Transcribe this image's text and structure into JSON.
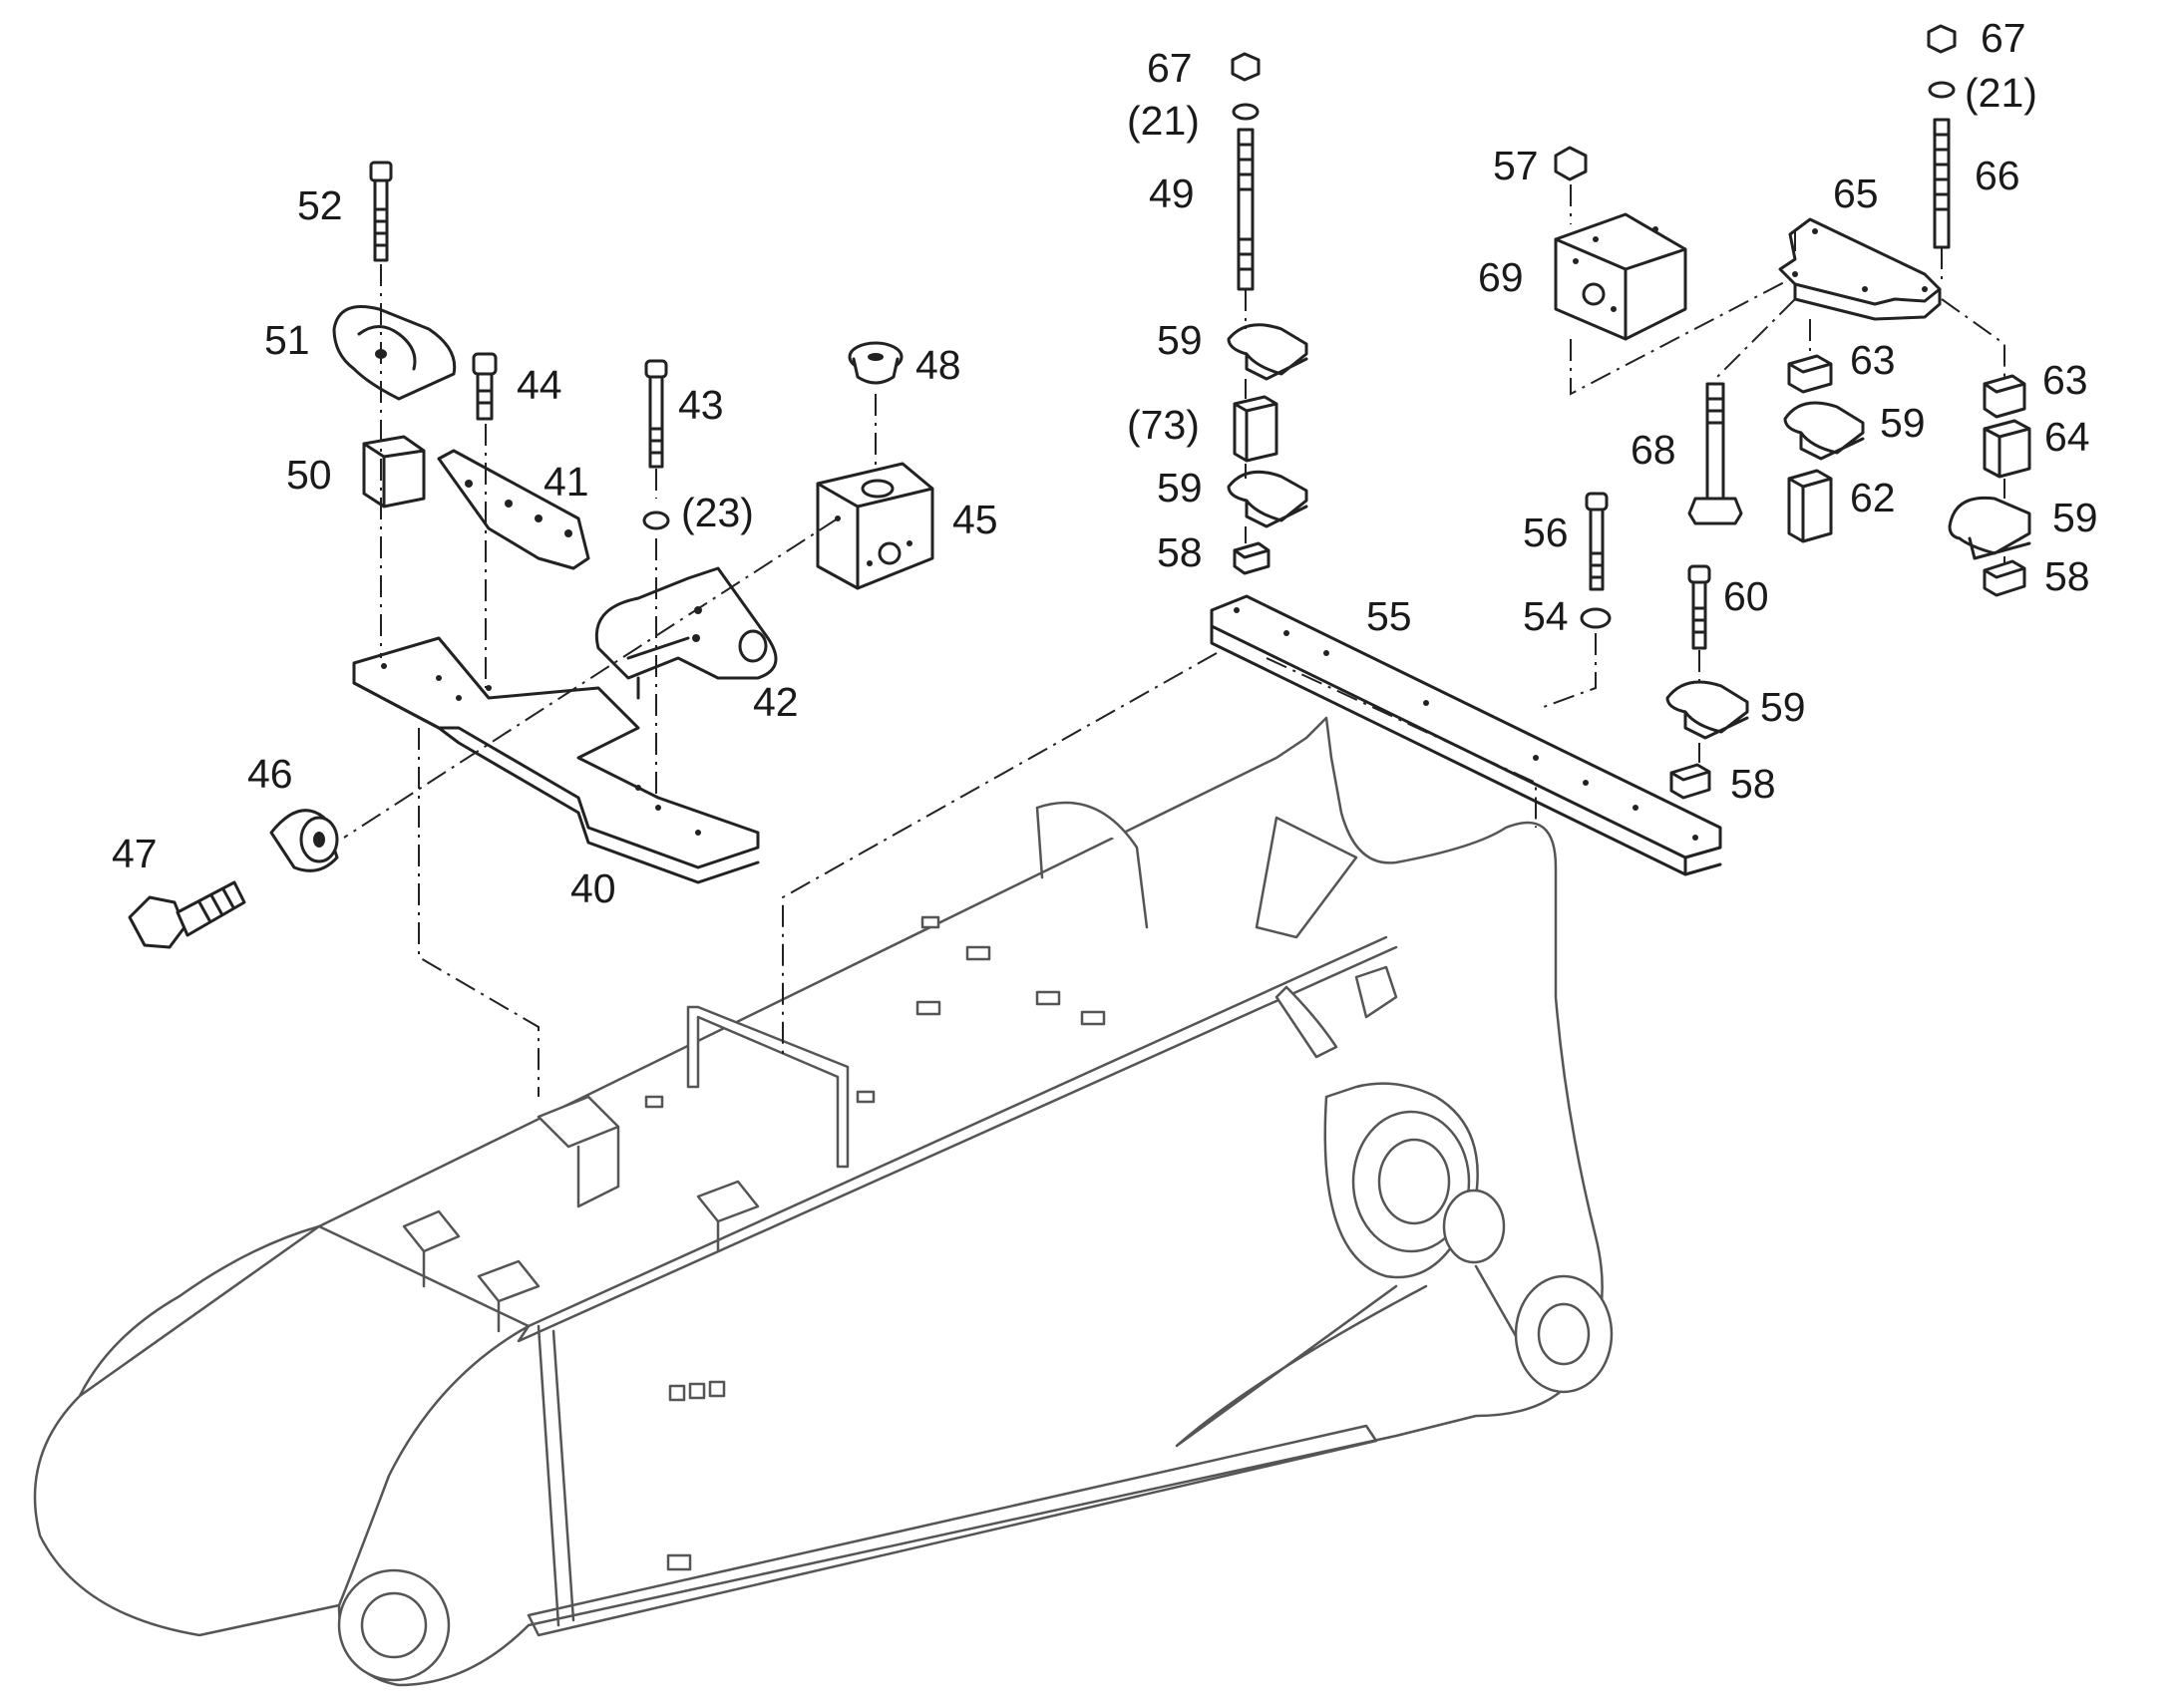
{
  "diagram": {
    "callouts": [
      {
        "id": "c52",
        "text": "52"
      },
      {
        "id": "c51",
        "text": "51"
      },
      {
        "id": "c44",
        "text": "44"
      },
      {
        "id": "c43",
        "text": "43"
      },
      {
        "id": "c48",
        "text": "48"
      },
      {
        "id": "c50",
        "text": "50"
      },
      {
        "id": "c41",
        "text": "41"
      },
      {
        "id": "c23",
        "text": "(23)"
      },
      {
        "id": "c45",
        "text": "45"
      },
      {
        "id": "c42",
        "text": "42"
      },
      {
        "id": "c46",
        "text": "46"
      },
      {
        "id": "c47",
        "text": "47"
      },
      {
        "id": "c40",
        "text": "40"
      },
      {
        "id": "c67a",
        "text": "67"
      },
      {
        "id": "c21a",
        "text": "(21)"
      },
      {
        "id": "c49",
        "text": "49"
      },
      {
        "id": "c59a",
        "text": "59"
      },
      {
        "id": "c73",
        "text": "(73)"
      },
      {
        "id": "c59b",
        "text": "59"
      },
      {
        "id": "c58a",
        "text": "58"
      },
      {
        "id": "c55",
        "text": "55"
      },
      {
        "id": "c56",
        "text": "56"
      },
      {
        "id": "c54",
        "text": "54"
      },
      {
        "id": "c60",
        "text": "60"
      },
      {
        "id": "c59c",
        "text": "59"
      },
      {
        "id": "c58b",
        "text": "58"
      },
      {
        "id": "c57",
        "text": "57"
      },
      {
        "id": "c69",
        "text": "69"
      },
      {
        "id": "c65",
        "text": "65"
      },
      {
        "id": "c67b",
        "text": "67"
      },
      {
        "id": "c21b",
        "text": "(21)"
      },
      {
        "id": "c66",
        "text": "66"
      },
      {
        "id": "c63a",
        "text": "63"
      },
      {
        "id": "c68",
        "text": "68"
      },
      {
        "id": "c59d",
        "text": "59"
      },
      {
        "id": "c62",
        "text": "62"
      },
      {
        "id": "c63b",
        "text": "63"
      },
      {
        "id": "c64",
        "text": "64"
      },
      {
        "id": "c59e",
        "text": "59"
      },
      {
        "id": "c58c",
        "text": "58"
      }
    ]
  },
  "colors": {
    "line": "#222222",
    "ghost": "#555555",
    "background": "#ffffff"
  }
}
